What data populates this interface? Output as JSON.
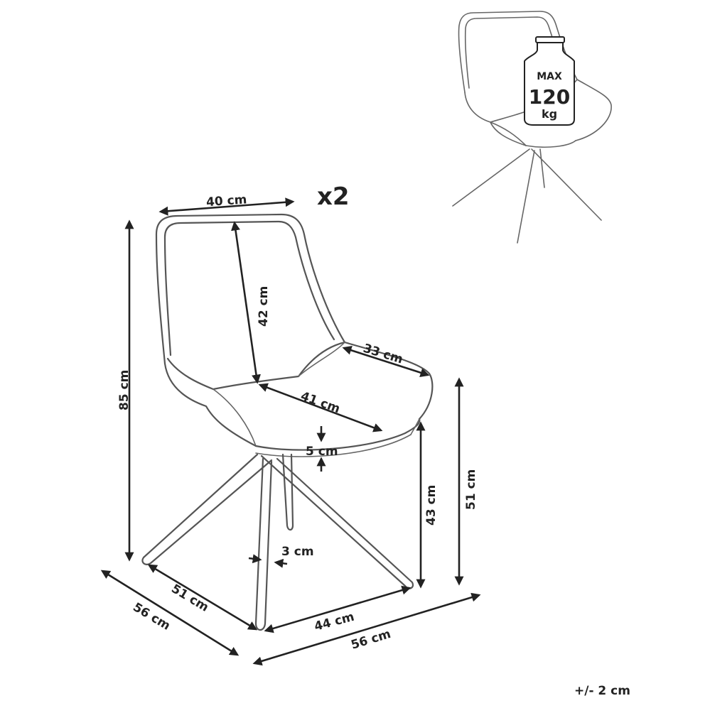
{
  "multiplier": "x2",
  "tolerance": "+/- 2 cm",
  "max_load": {
    "line1": "MAX",
    "line2": "120",
    "line3": "kg"
  },
  "dimensions": {
    "backrest_width": "40 cm",
    "backrest_height": "42 cm",
    "total_height": "85 cm",
    "seat_width": "33 cm",
    "seat_depth": "41 cm",
    "seat_thickness": "5 cm",
    "seat_height": "43 cm",
    "armrest_height": "51 cm",
    "leg_thickness": "3 cm",
    "base_depth": "51 cm",
    "base_width": "44 cm",
    "overall_depth": "56 cm",
    "overall_width": "56 cm"
  }
}
